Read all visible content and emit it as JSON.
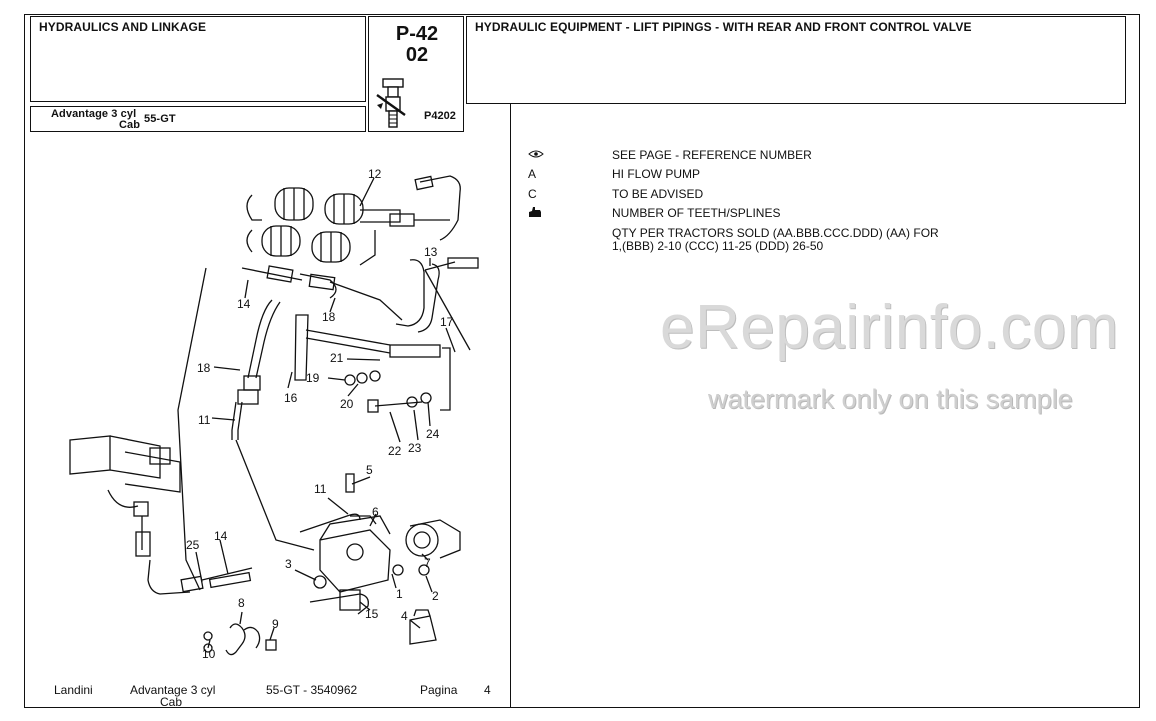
{
  "header": {
    "section": "HYDRAULICS AND LINKAGE",
    "page_code_line1": "P-42",
    "page_code_line2": "02",
    "figure_ref": "P4202",
    "model_line1": "Advantage 3 cyl",
    "model_line2": "Cab",
    "model_code": "55-GT",
    "title": "HYDRAULIC EQUIPMENT - LIFT PIPINGS - WITH REAR AND FRONT CONTROL VALVE"
  },
  "legend": [
    {
      "symbol_icon": "eye-icon",
      "symbol": "",
      "text": "SEE PAGE - REFERENCE NUMBER"
    },
    {
      "symbol_icon": "",
      "symbol": "A",
      "text": "HI FLOW PUMP"
    },
    {
      "symbol_icon": "",
      "symbol": "C",
      "text": "TO BE ADVISED"
    },
    {
      "symbol_icon": "hand-icon",
      "symbol": "",
      "text": "NUMBER OF TEETH/SPLINES"
    },
    {
      "symbol_icon": "",
      "symbol": "",
      "text_line1": "QTY PER TRACTORS SOLD  (AA.BBB.CCC.DDD) (AA) FOR",
      "text_line2": "1,(BBB) 2-10 (CCC) 11-25 (DDD) 26-50"
    }
  ],
  "diagram": {
    "callouts": [
      "12",
      "13",
      "14",
      "18",
      "17",
      "21",
      "19",
      "20",
      "16",
      "18",
      "11",
      "22",
      "23",
      "24",
      "5",
      "11",
      "6",
      "25",
      "14",
      "3",
      "7",
      "1",
      "2",
      "15",
      "8",
      "9",
      "4",
      "10"
    ]
  },
  "footer": {
    "brand": "Landini",
    "model_line1": "Advantage 3 cyl",
    "model_line2": "Cab",
    "code": "55-GT - 3540962",
    "page_label": "Pagina",
    "page_number": "4"
  },
  "watermark": {
    "line1": "eRepairinfo.com",
    "line2": "watermark only on this sample"
  }
}
